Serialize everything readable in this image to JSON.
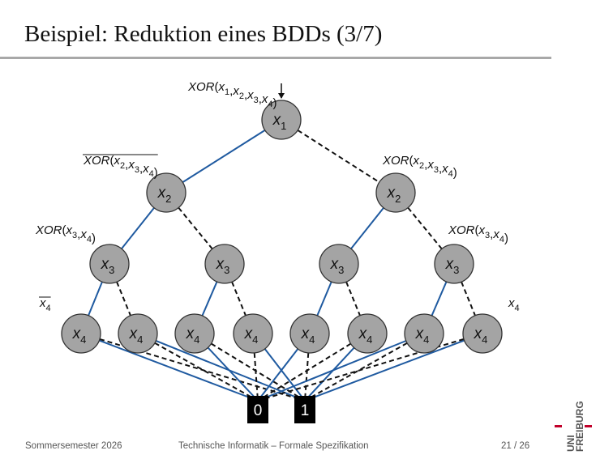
{
  "slide": {
    "title": "Beispiel: Reduktion eines BDDs (3/7)"
  },
  "diagram": {
    "colors": {
      "node_fill": "#a4a4a4",
      "edge_one": "#1f5aa0",
      "edge_zero": "#111111",
      "terminal_fill": "#000000"
    },
    "root_label": {
      "fn": "XOR",
      "args": [
        "x1",
        "x2",
        "x3",
        "x4"
      ]
    },
    "labels": {
      "l2_left": {
        "fn": "XOR",
        "args": [
          "x2",
          "x3",
          "x4"
        ],
        "negated": true
      },
      "l2_right": {
        "fn": "XOR",
        "args": [
          "x2",
          "x3",
          "x4"
        ],
        "negated": false
      },
      "l3_left": {
        "fn": "XOR",
        "args": [
          "x3",
          "x4"
        ],
        "negated": false
      },
      "l3_right": {
        "fn": "XOR",
        "args": [
          "x3",
          "x4"
        ],
        "negated": false
      },
      "l4_left": {
        "var": "x",
        "sub": "4",
        "negated": true
      },
      "l4_right": {
        "var": "x",
        "sub": "4",
        "negated": false
      }
    },
    "nodes": {
      "x1": {
        "var": "x",
        "sub": "1"
      },
      "x2": {
        "var": "x",
        "sub": "2"
      },
      "x3": {
        "var": "x",
        "sub": "3"
      },
      "x4": {
        "var": "x",
        "sub": "4"
      }
    },
    "terminals": [
      "0",
      "1"
    ]
  },
  "footer": {
    "semester": "Sommersemester 2026",
    "course": "Technische Informatik – Formale Spezifikation",
    "page": "21 / 26"
  },
  "logo": {
    "line1": "UNI",
    "line2": "FREIBURG"
  }
}
